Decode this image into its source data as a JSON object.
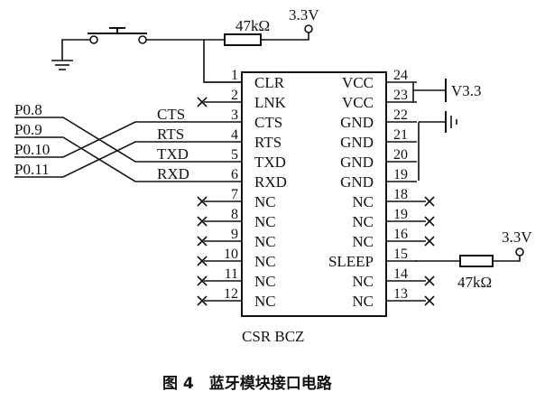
{
  "chip": {
    "name": "CSR BCZ",
    "left_pins": [
      {
        "num": "1",
        "name": "CLR"
      },
      {
        "num": "2",
        "name": "LNK"
      },
      {
        "num": "3",
        "name": "CTS"
      },
      {
        "num": "4",
        "name": "RTS"
      },
      {
        "num": "5",
        "name": "TXD"
      },
      {
        "num": "6",
        "name": "RXD"
      },
      {
        "num": "7",
        "name": "NC"
      },
      {
        "num": "8",
        "name": "NC"
      },
      {
        "num": "9",
        "name": "NC"
      },
      {
        "num": "10",
        "name": "NC"
      },
      {
        "num": "11",
        "name": "NC"
      },
      {
        "num": "12",
        "name": "NC"
      }
    ],
    "right_pins": [
      {
        "num": "24",
        "name": "VCC"
      },
      {
        "num": "23",
        "name": "VCC"
      },
      {
        "num": "22",
        "name": "GND"
      },
      {
        "num": "21",
        "name": "GND"
      },
      {
        "num": "20",
        "name": "GND"
      },
      {
        "num": "19",
        "name": "GND"
      },
      {
        "num": "18",
        "name": "NC"
      },
      {
        "num": "19",
        "name": "NC"
      },
      {
        "num": "16",
        "name": "NC"
      },
      {
        "num": "15",
        "name": "SLEEP"
      },
      {
        "num": "14",
        "name": "NC"
      },
      {
        "num": "13",
        "name": "NC"
      }
    ]
  },
  "labels": {
    "supply_top": "3.3V",
    "resistor_top": "47kΩ",
    "supply_right": "V3.3",
    "supply_sleep": "3.3V",
    "resistor_sleep": "47kΩ"
  },
  "mcu_ports": [
    "P0.8",
    "P0.9",
    "P0.10",
    "P0.11"
  ],
  "signal_labels": [
    "CTS",
    "RTS",
    "TXD",
    "RXD"
  ],
  "caption": "图 4　蓝牙模块接口电路"
}
